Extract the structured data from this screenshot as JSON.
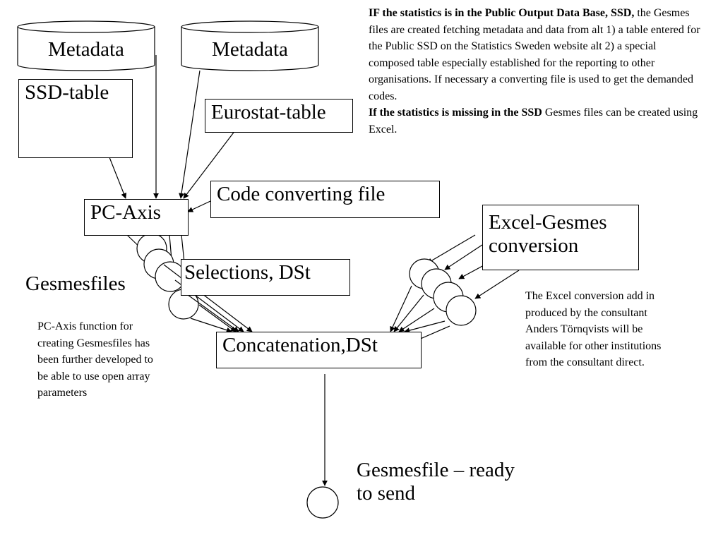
{
  "nodes": {
    "metadata_1": "Metadata",
    "metadata_2": "Metadata",
    "ssd_table": "SSD-table",
    "eurostat_table": "Eurostat-table",
    "pc_axis": "PC-Axis",
    "code_converting_file": "Code converting file",
    "excel_gesmes_line1": "Excel-Gesmes",
    "excel_gesmes_line2": "conversion",
    "selections_dst": "Selections, DSt",
    "gesmesfiles": "Gesmesfiles",
    "concatenation_dst": "Concatenation,DSt",
    "gesmesfile_ready_line1": "Gesmesfile – ready",
    "gesmesfile_ready_line2": "to send"
  },
  "notes": {
    "top_right": {
      "bold_1": "IF the statistics is in the Public Output Data Base, SSD,",
      "text_1": " the Gesmes files are created fetching metadata and data from alt 1) a table entered for the Public SSD on the Statistics Sweden website alt 2)  a special composed table especially established for the reporting to other organisations. If necessary a converting file is used to get the demanded codes.",
      "bold_2": "If the statistics is missing in the SSD",
      "text_2": " Gesmes files can be created using Excel."
    },
    "pc_axis_note": "PC-Axis function for creating Gesmesfiles has been further developed to be able to use open array parameters",
    "excel_note": "The Excel conversion add in produced by the consultant Anders Törnqvists will be available for other institutions from the consultant direct."
  }
}
